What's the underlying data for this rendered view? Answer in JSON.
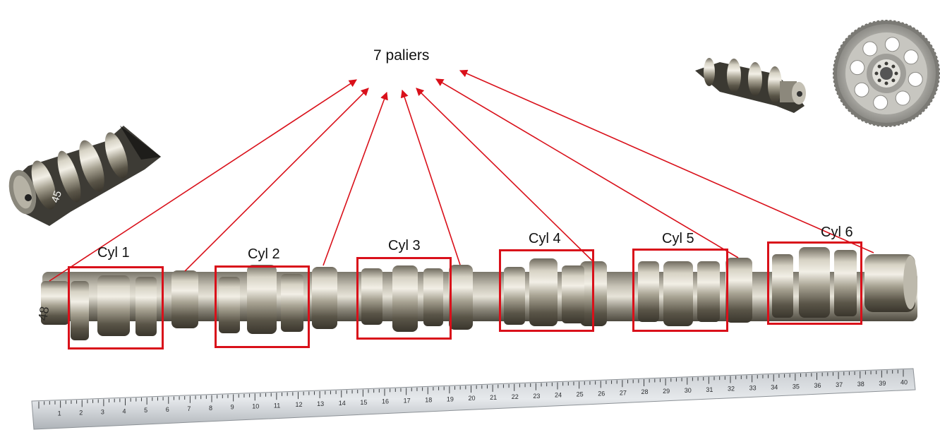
{
  "annotation": {
    "title": "7 paliers",
    "arrow_color": "#d9101a",
    "box_color": "#d9101a"
  },
  "cylinders": [
    {
      "label": "Cyl 1"
    },
    {
      "label": "Cyl 2"
    },
    {
      "label": "Cyl 3"
    },
    {
      "label": "Cyl 4"
    },
    {
      "label": "Cyl 5"
    },
    {
      "label": "Cyl 6"
    }
  ],
  "ruler": {
    "inch_marks": [
      "1",
      "2",
      "3",
      "4",
      "5",
      "6",
      "7",
      "8",
      "9",
      "10",
      "11",
      "12",
      "13",
      "14",
      "15",
      "16",
      "17",
      "18",
      "19",
      "20",
      "21",
      "22",
      "23",
      "24",
      "25",
      "26",
      "27",
      "28",
      "29",
      "30",
      "31",
      "32",
      "33",
      "34",
      "35",
      "36",
      "37",
      "38",
      "39",
      "40"
    ]
  },
  "engraving": "48",
  "gear_teeth": 80
}
